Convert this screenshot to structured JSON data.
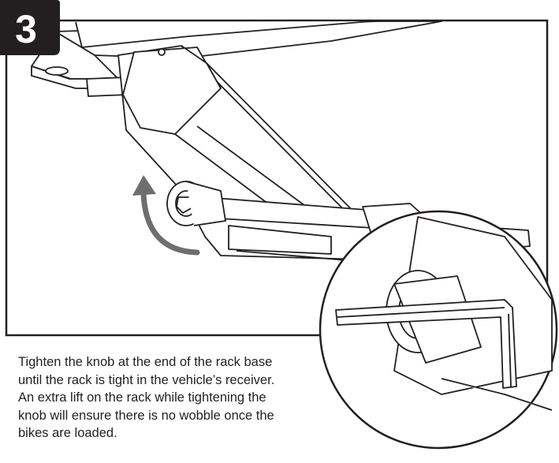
{
  "step": {
    "number": "3"
  },
  "instruction": {
    "text": "Tighten the knob at the end of the rack base until the rack is tight in the vehicle’s receiver. An extra lift on the rack while tightening the knob will ensure there is no wobble once the bikes are loaded."
  },
  "illustration": {
    "subject": "rack-base-knob-tightening",
    "detail_callout": "hex-key-in-knob",
    "arrow_color": "#6d6e70",
    "line_color": "#231f20"
  }
}
